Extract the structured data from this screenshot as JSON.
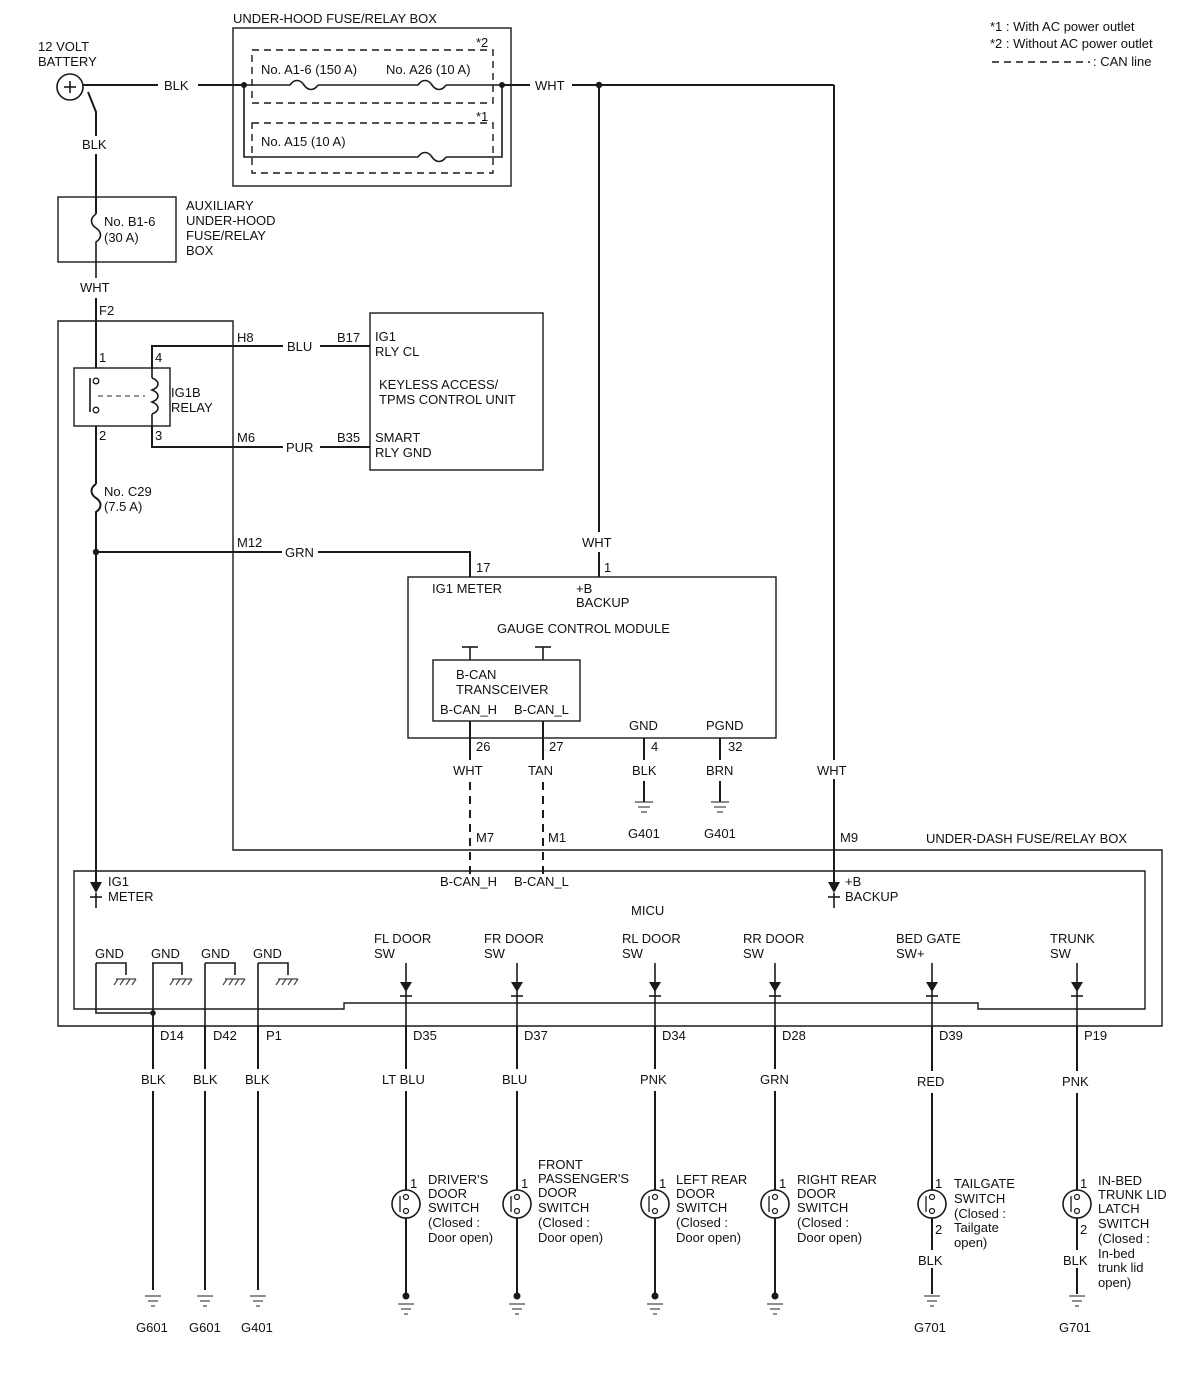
{
  "notes": {
    "n1": "*1 : With AC power outlet",
    "n2": "*2 : Without AC power outlet",
    "can": ": CAN line"
  },
  "battery": {
    "line1": "12 VOLT",
    "line2": "BATTERY"
  },
  "under_hood_box": {
    "title": "UNDER-HOOD FUSE/RELAY BOX",
    "mark2": "*2",
    "mark1": "*1",
    "fuse_a16": "No. A1-6 (150 A)",
    "fuse_a26": "No. A26 (10 A)",
    "fuse_a15": "No. A15 (10 A)"
  },
  "aux_box": {
    "fuse1": "No. B1-6",
    "fuse2": "(30 A)",
    "title": [
      "AUXILIARY",
      "UNDER-HOOD",
      "FUSE/RELAY",
      "BOX"
    ]
  },
  "wires": {
    "blk_top": "BLK",
    "blk_left": "BLK",
    "wht_top": "WHT",
    "wht_aux": "WHT",
    "blu": "BLU",
    "pur": "PUR",
    "grn": "GRN",
    "wht_gcm": "WHT",
    "wht_can": "WHT",
    "tan_can": "TAN",
    "blk_gnd": "BLK",
    "brn_gnd": "BRN",
    "wht_right": "WHT"
  },
  "connectors": {
    "f2": "F2",
    "h8": "H8",
    "m6": "M6",
    "m12": "M12",
    "b17": "B17",
    "b35": "B35",
    "p17": "17",
    "p1": "1",
    "p26": "26",
    "p27": "27",
    "p4": "4",
    "p32": "32",
    "m7": "M7",
    "m1": "M1",
    "m9": "M9"
  },
  "relay": {
    "name1": "IG1B",
    "name2": "RELAY",
    "pin1": "1",
    "pin2": "2",
    "pin3": "3",
    "pin4": "4"
  },
  "fuse_c29": {
    "line1": "No. C29",
    "line2": "(7.5 A)"
  },
  "keyless": {
    "ig1": "IG1",
    "rly_cl": "RLY CL",
    "title1": "KEYLESS ACCESS/",
    "title2": "TPMS CONTROL UNIT",
    "smart": "SMART",
    "rly_gnd": "RLY GND"
  },
  "gauge": {
    "ig1_meter": "IG1 METER",
    "plus_b": "+B",
    "backup": "BACKUP",
    "title": "GAUGE CONTROL MODULE",
    "bcan1": "B-CAN",
    "bcan2": "TRANSCEIVER",
    "bcan_h": "B-CAN_H",
    "bcan_l": "B-CAN_L",
    "gnd": "GND",
    "pgnd": "PGND",
    "g401a": "G401",
    "g401b": "G401"
  },
  "under_dash": {
    "title": "UNDER-DASH FUSE/RELAY BOX"
  },
  "micu": {
    "title": "MICU",
    "ig1": "IG1",
    "meter": "METER",
    "bcan_h": "B-CAN_H",
    "bcan_l": "B-CAN_L",
    "plus_b": "+B",
    "backup": "BACKUP",
    "gnd1": "GND",
    "gnd2": "GND",
    "gnd3": "GND",
    "gnd4": "GND",
    "fl1": "FL DOOR",
    "fl2": "SW",
    "fr1": "FR DOOR",
    "fr2": "SW",
    "rl1": "RL DOOR",
    "rl2": "SW",
    "rr1": "RR DOOR",
    "rr2": "SW",
    "bg1": "BED GATE",
    "bg2": "SW+",
    "tr1": "TRUNK",
    "tr2": "SW"
  },
  "bottom_conn": {
    "d14": "D14",
    "d42": "D42",
    "p1": "P1",
    "d35": "D35",
    "d37": "D37",
    "d34": "D34",
    "d28": "D28",
    "d39": "D39",
    "p19": "P19"
  },
  "bottom_wires": {
    "blk1": "BLK",
    "blk2": "BLK",
    "blk3": "BLK",
    "ltblu": "LT BLU",
    "blu": "BLU",
    "pnk1": "PNK",
    "grn": "GRN",
    "red": "RED",
    "pnk2": "PNK",
    "blk_tail": "BLK",
    "blk_trunk": "BLK"
  },
  "switches": {
    "driver": [
      "DRIVER'S",
      "DOOR",
      "SWITCH",
      "(Closed :",
      "Door open)"
    ],
    "front": [
      "FRONT",
      "PASSENGER'S",
      "DOOR",
      "SWITCH",
      "(Closed :",
      "Door open)"
    ],
    "left_rear": [
      "LEFT REAR",
      "DOOR",
      "SWITCH",
      "(Closed :",
      "Door open)"
    ],
    "right_rear": [
      "RIGHT REAR",
      "DOOR",
      "SWITCH",
      "(Closed :",
      "Door open)"
    ],
    "tailgate": [
      "TAILGATE",
      "SWITCH",
      "(Closed :",
      "Tailgate",
      "open)"
    ],
    "trunk": [
      "IN-BED",
      "TRUNK LID",
      "LATCH",
      "SWITCH",
      "(Closed :",
      "In-bed",
      "trunk lid",
      "open)"
    ],
    "pin1": "1",
    "pin2": "2"
  },
  "grounds": {
    "g601a": "G601",
    "g601b": "G601",
    "g401": "G401",
    "g701a": "G701",
    "g701b": "G701"
  }
}
